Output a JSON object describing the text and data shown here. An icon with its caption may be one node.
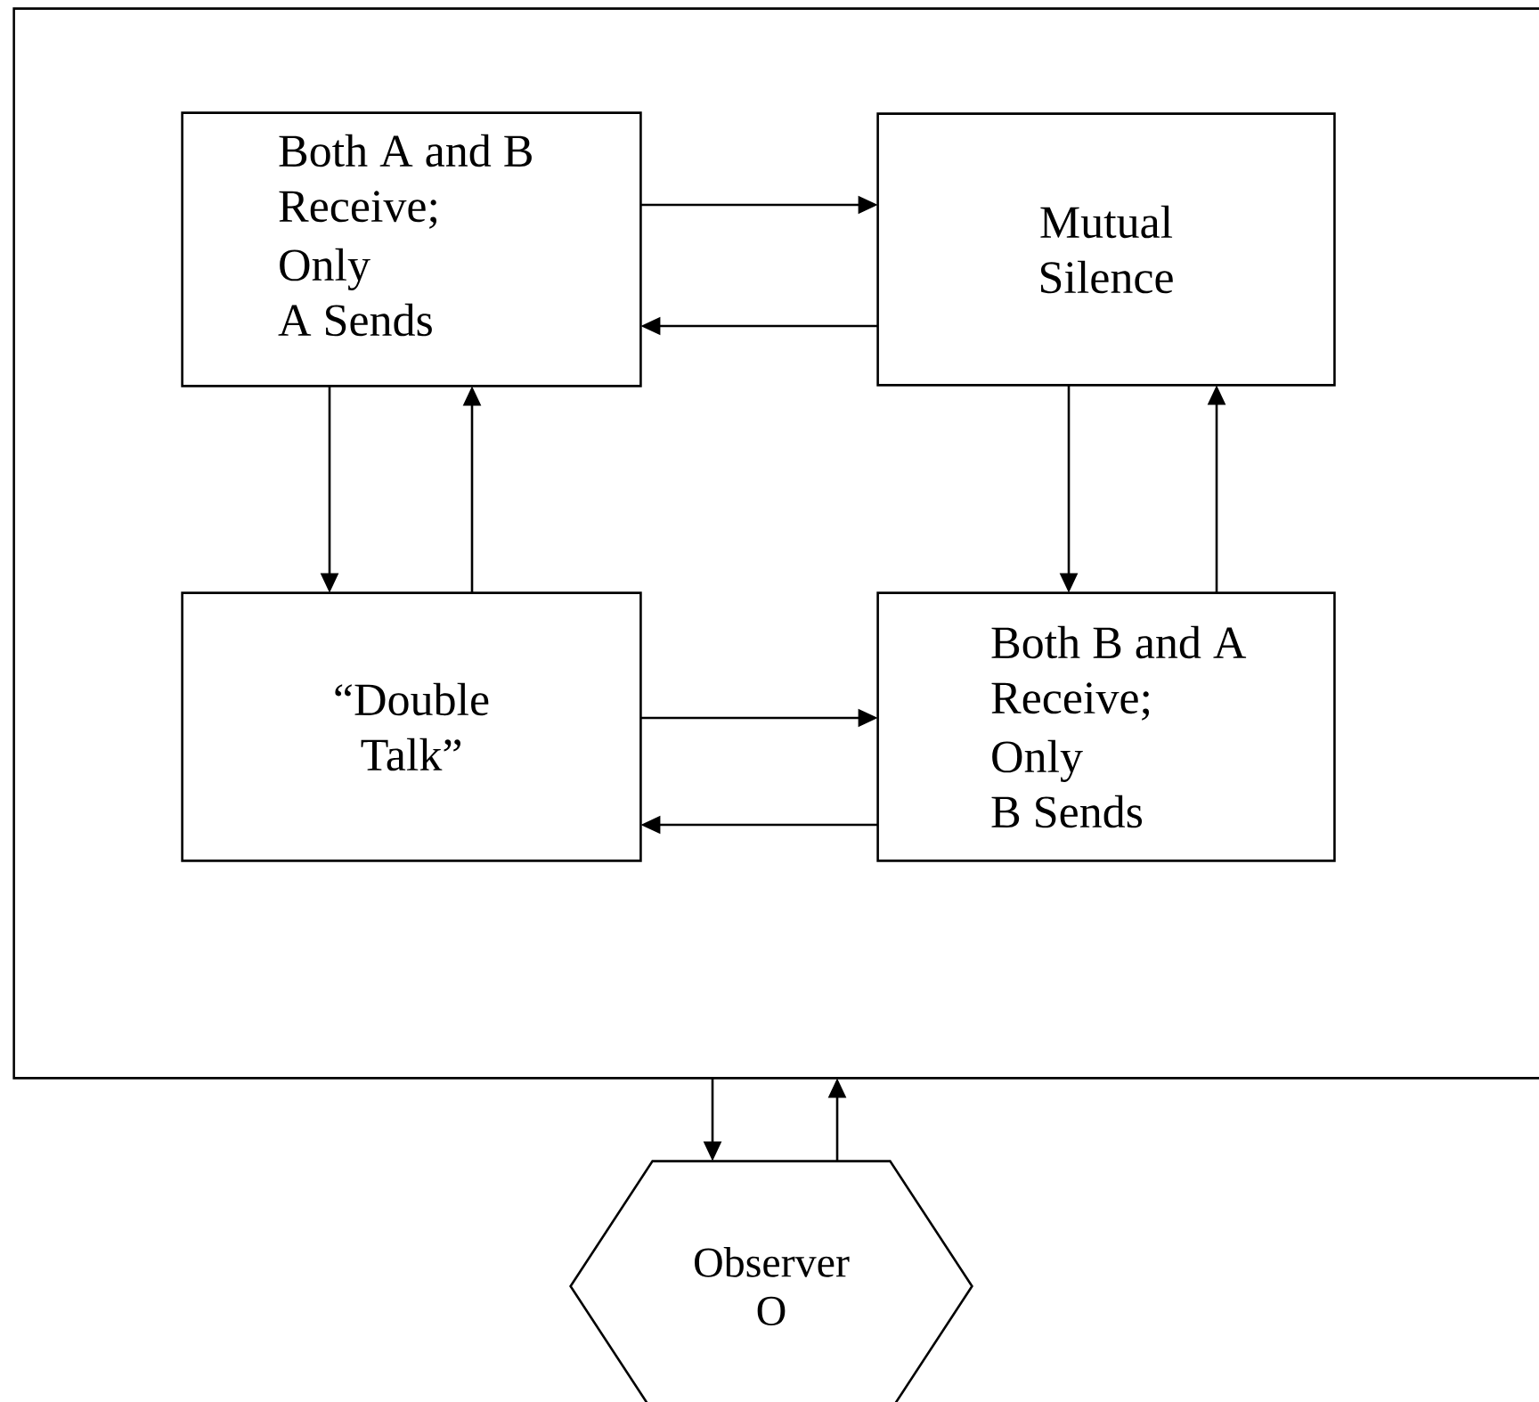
{
  "diagram": {
    "nodes": [
      {
        "text": [],
        "shape": "box"
      },
      {
        "text": [
          "Both A and B Receive;",
          "Only A Sends"
        ],
        "in": 0
      },
      {
        "text": [
          "Mutual Silence"
        ],
        "in": 0
      },
      {
        "text": [
          "“Double Talk”"
        ],
        "in": 0
      },
      {
        "text": [
          "Both B and A Receive;",
          "Only B Sends"
        ],
        "in": 0
      },
      {
        "text": [
          "Observer",
          "O"
        ]
      }
    ],
    "edges": [
      {
        "from": 1,
        "to": 2,
        "arrow": "to"
      },
      {
        "from": 2,
        "to": 1,
        "arrow": "to"
      },
      {
        "from": 1,
        "to": 3,
        "arrow": "to"
      },
      {
        "from": 3,
        "to": 1,
        "arrow": "to"
      },
      {
        "from": 2,
        "to": 4,
        "arrow": "to"
      },
      {
        "from": 4,
        "to": 2,
        "arrow": "to"
      },
      {
        "from": 3,
        "to": 4,
        "arrow": "to"
      },
      {
        "from": 4,
        "to": 3,
        "arrow": "to"
      },
      {
        "from": 0,
        "to": 5,
        "arrow": "to"
      },
      {
        "from": 5,
        "to": 0,
        "arrow": "to"
      }
    ]
  }
}
